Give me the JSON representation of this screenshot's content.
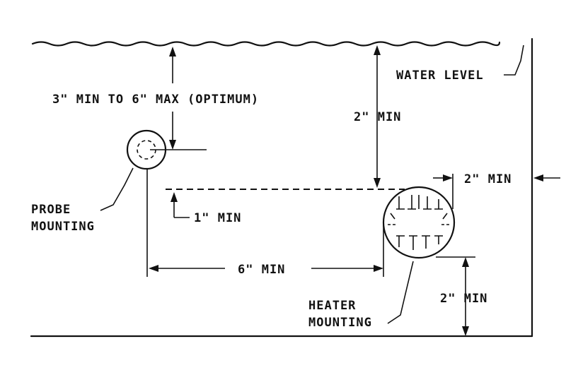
{
  "labels": {
    "water_level": "WATER LEVEL",
    "probe_depth": "3\" MIN TO 6\" MAX (OPTIMUM)",
    "heater_depth": "2\" MIN",
    "wall_clearance": "2\" MIN",
    "probe_line_one": "PROBE",
    "probe_line_two": "MOUNTING",
    "vertical_offset": "1\" MIN",
    "horizontal_spacing": "6\" MIN",
    "heater_line_one": "HEATER",
    "heater_line_two": "MOUNTING",
    "bottom_clearance": "2\" MIN"
  }
}
